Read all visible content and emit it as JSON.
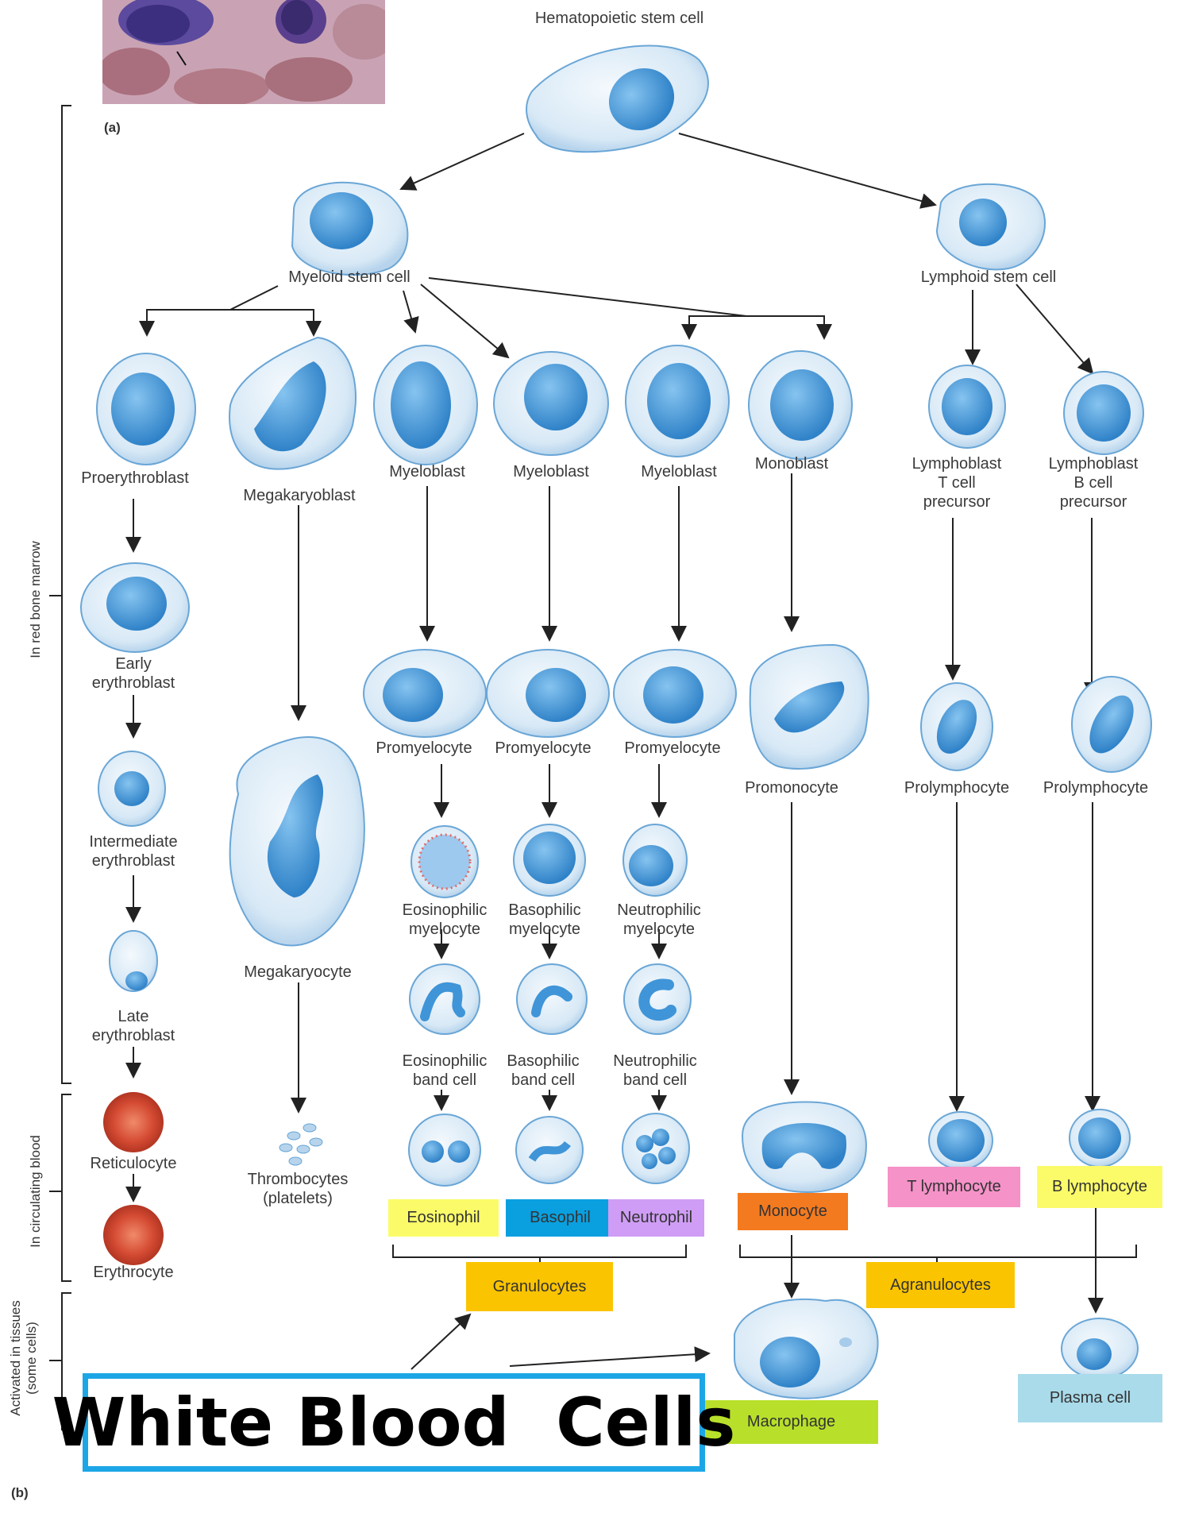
{
  "panels": {
    "a": "(a)",
    "b": "(b)"
  },
  "side_labels": {
    "marrow": "In red bone marrow",
    "blood": "In circulating blood",
    "tissues": "Activated in tissues\n(some cells)"
  },
  "labels": {
    "hsc": "Hematopoietic stem cell",
    "myeloid": "Myeloid stem cell",
    "lymphoid": "Lymphoid stem cell",
    "proerythroblast": "Proerythroblast",
    "megakaryoblast": "Megakaryoblast",
    "myeloblast_1": "Myeloblast",
    "myeloblast_2": "Myeloblast",
    "myeloblast_3": "Myeloblast",
    "monoblast": "Monoblast",
    "lymphoblast_t": "Lymphoblast\nT cell\nprecursor",
    "lymphoblast_b": "Lymphoblast\nB cell\nprecursor",
    "early_erythroblast": "Early\nerythroblast",
    "promyelocyte_1": "Promyelocyte",
    "promyelocyte_2": "Promyelocyte",
    "promyelocyte_3": "Promyelocyte",
    "promonocyte": "Promonocyte",
    "prolymphocyte_1": "Prolymphocyte",
    "prolymphocyte_2": "Prolymphocyte",
    "intermediate_erythroblast": "Intermediate\nerythroblast",
    "eosinophilic_myelocyte": "Eosinophilic\nmyelocyte",
    "basophilic_myelocyte": "Basophilic\nmyelocyte",
    "neutrophilic_myelocyte": "Neutrophilic\nmyelocyte",
    "megakaryocyte": "Megakaryocyte",
    "late_erythroblast": "Late\nerythroblast",
    "eosinophilic_band": "Eosinophilic\nband cell",
    "basophilic_band": "Basophilic\nband cell",
    "neutrophilic_band": "Neutrophilic\nband cell",
    "reticulocyte": "Reticulocyte",
    "thrombocytes": "Thrombocytes\n(platelets)",
    "erythrocyte": "Erythrocyte"
  },
  "tags": {
    "eosinophil": {
      "text": "Eosinophil",
      "color": "#fbfb6a"
    },
    "basophil": {
      "text": "Basophil",
      "color": "#0aa0e0"
    },
    "neutrophil": {
      "text": "Neutrophil",
      "color": "#cf9df5"
    },
    "monocyte": {
      "text": "Monocyte",
      "color": "#f47a1f"
    },
    "t_lymphocyte": {
      "text": "T lymphocyte",
      "color": "#f592c8"
    },
    "b_lymphocyte": {
      "text": "B lymphocyte",
      "color": "#fbfb6a"
    },
    "granulocytes": {
      "text": "Granulocytes",
      "color": "#fbc400"
    },
    "agranulocytes": {
      "text": "Agranulocytes",
      "color": "#fbc400"
    },
    "macrophage": {
      "text": "Macrophage",
      "color": "#b8e02a"
    },
    "plasma_cell": {
      "text": "Plasma cell",
      "color": "#a9dbea"
    }
  },
  "title": "White Blood  Cells",
  "colors": {
    "title_border": "#1da6e6",
    "cell_fill": "#dcebf7",
    "nucleus": "#3f95d8",
    "rbc": "#d4533a"
  }
}
